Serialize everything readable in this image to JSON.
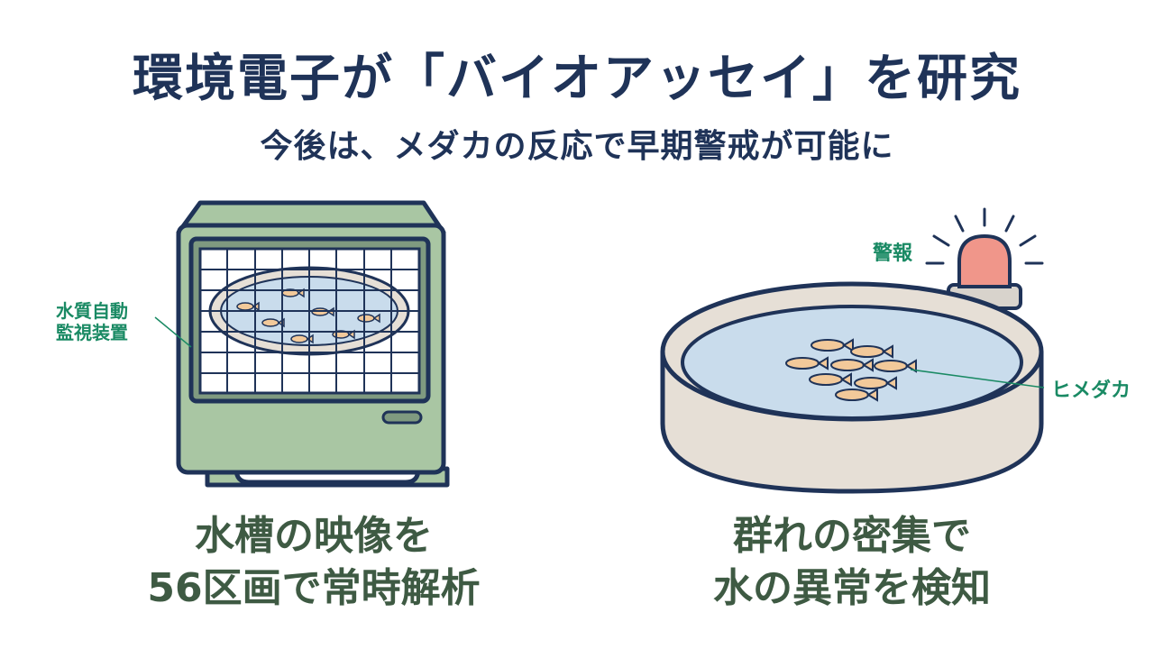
{
  "header": {
    "title": "環境電子が「バイオアッセイ」を研究",
    "subtitle": "今後は、メダカの反応で早期警戒が可能に"
  },
  "left_panel": {
    "device_label_line1": "水質自動",
    "device_label_line2": "監視装置",
    "caption_line1": "水槽の映像を",
    "caption_line2": "56区画で常時解析"
  },
  "right_panel": {
    "alarm_label": "警報",
    "fish_label": "ヒメダカ",
    "caption_line1": "群れの密集で",
    "caption_line2": "水の異常を検知"
  },
  "colors": {
    "title": "#1f3358",
    "caption": "#3e5a43",
    "label": "#1a8a64",
    "device_body": "#a9c6a3",
    "water": "#c9dcec",
    "tank_rim": "#e6dfd6",
    "alarm": "#f0968a",
    "fish": "#f2c99a"
  }
}
